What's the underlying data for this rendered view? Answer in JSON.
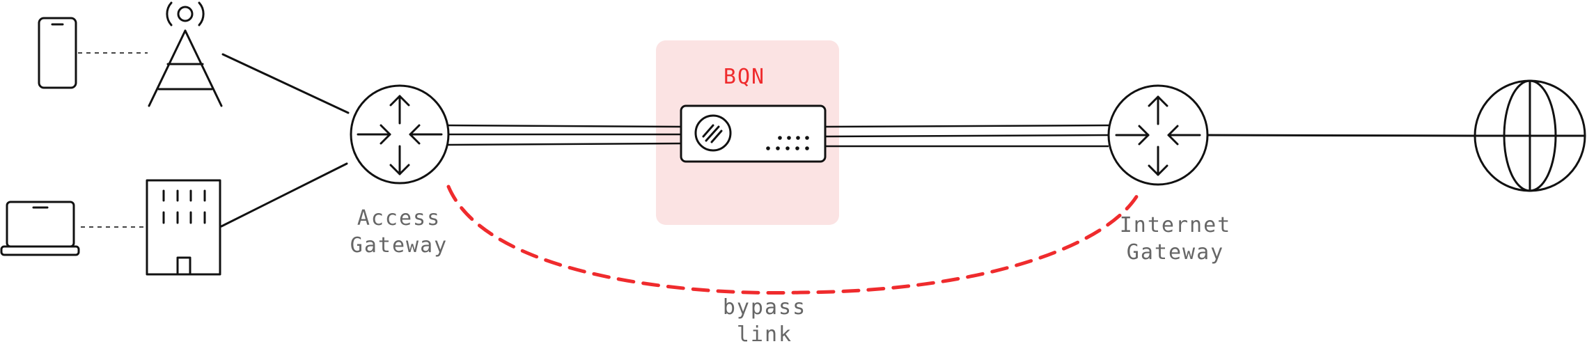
{
  "colors": {
    "accent_red": "#ef2b2d",
    "bqn_box_fill": "#fbe3e3",
    "label_gray": "#666666",
    "line": "#111111"
  },
  "labels": {
    "bqn": "BQN",
    "access_gateway_line1": "Access",
    "access_gateway_line2": "Gateway",
    "internet_gateway_line1": "Internet",
    "internet_gateway_line2": "Gateway",
    "bypass_line1": "bypass",
    "bypass_line2": "link"
  },
  "icons": {
    "phone": "smartphone-icon",
    "tower": "cell-tower-icon",
    "laptop": "laptop-icon",
    "building": "office-building-icon",
    "access_gateway": "router-icon",
    "bqn_device": "network-appliance-icon",
    "internet_gateway": "router-icon",
    "internet": "globe-icon"
  }
}
